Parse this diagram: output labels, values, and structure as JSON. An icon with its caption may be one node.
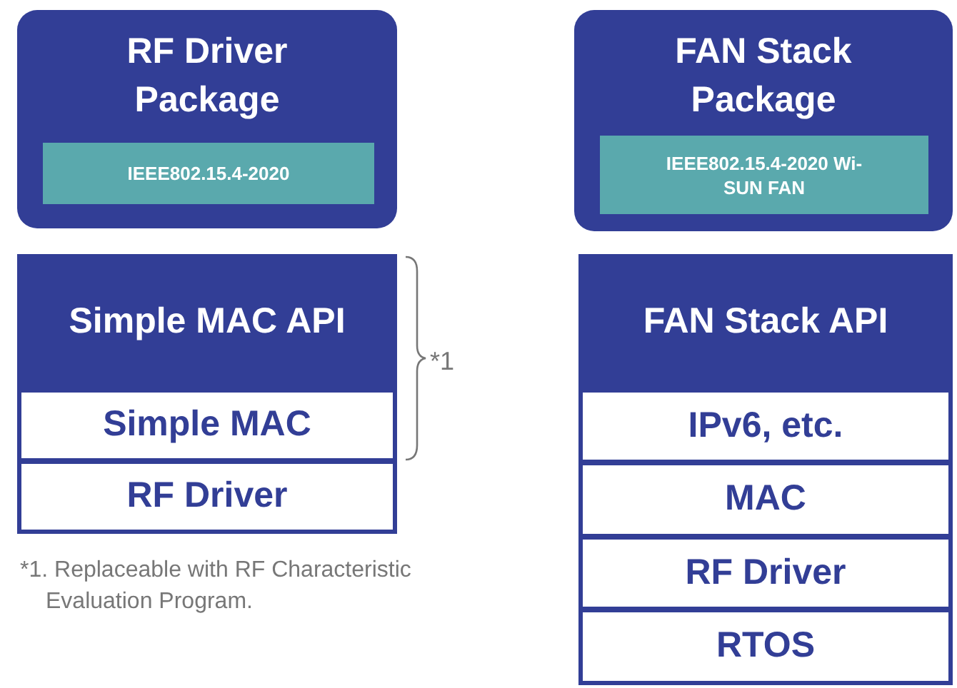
{
  "diagram": {
    "nodes": [
      {
        "text": [
          "RF Driver Package"
        ]
      },
      {
        "text": [
          "IEEE802.15.4-2020"
        ],
        "in": 0
      },
      {
        "text": [
          "FAN Stack Package"
        ]
      },
      {
        "text": [
          "IEEE802.15.4-2020 Wi-SUN FAN"
        ],
        "in": 2
      },
      {
        "text": [
          "Simple MAC API"
        ]
      },
      {
        "text": [
          "Simple MAC"
        ]
      },
      {
        "text": [
          "RF Driver"
        ]
      },
      {
        "text": [
          "FAN Stack API"
        ]
      },
      {
        "text": [
          "IPv6, etc."
        ]
      },
      {
        "text": [
          "MAC"
        ]
      },
      {
        "text": [
          "RF Driver"
        ]
      },
      {
        "text": [
          "RTOS"
        ]
      }
    ],
    "labels": [
      "*1",
      "*1. Replaceable with RF Characteristic Evaluation Program."
    ]
  }
}
